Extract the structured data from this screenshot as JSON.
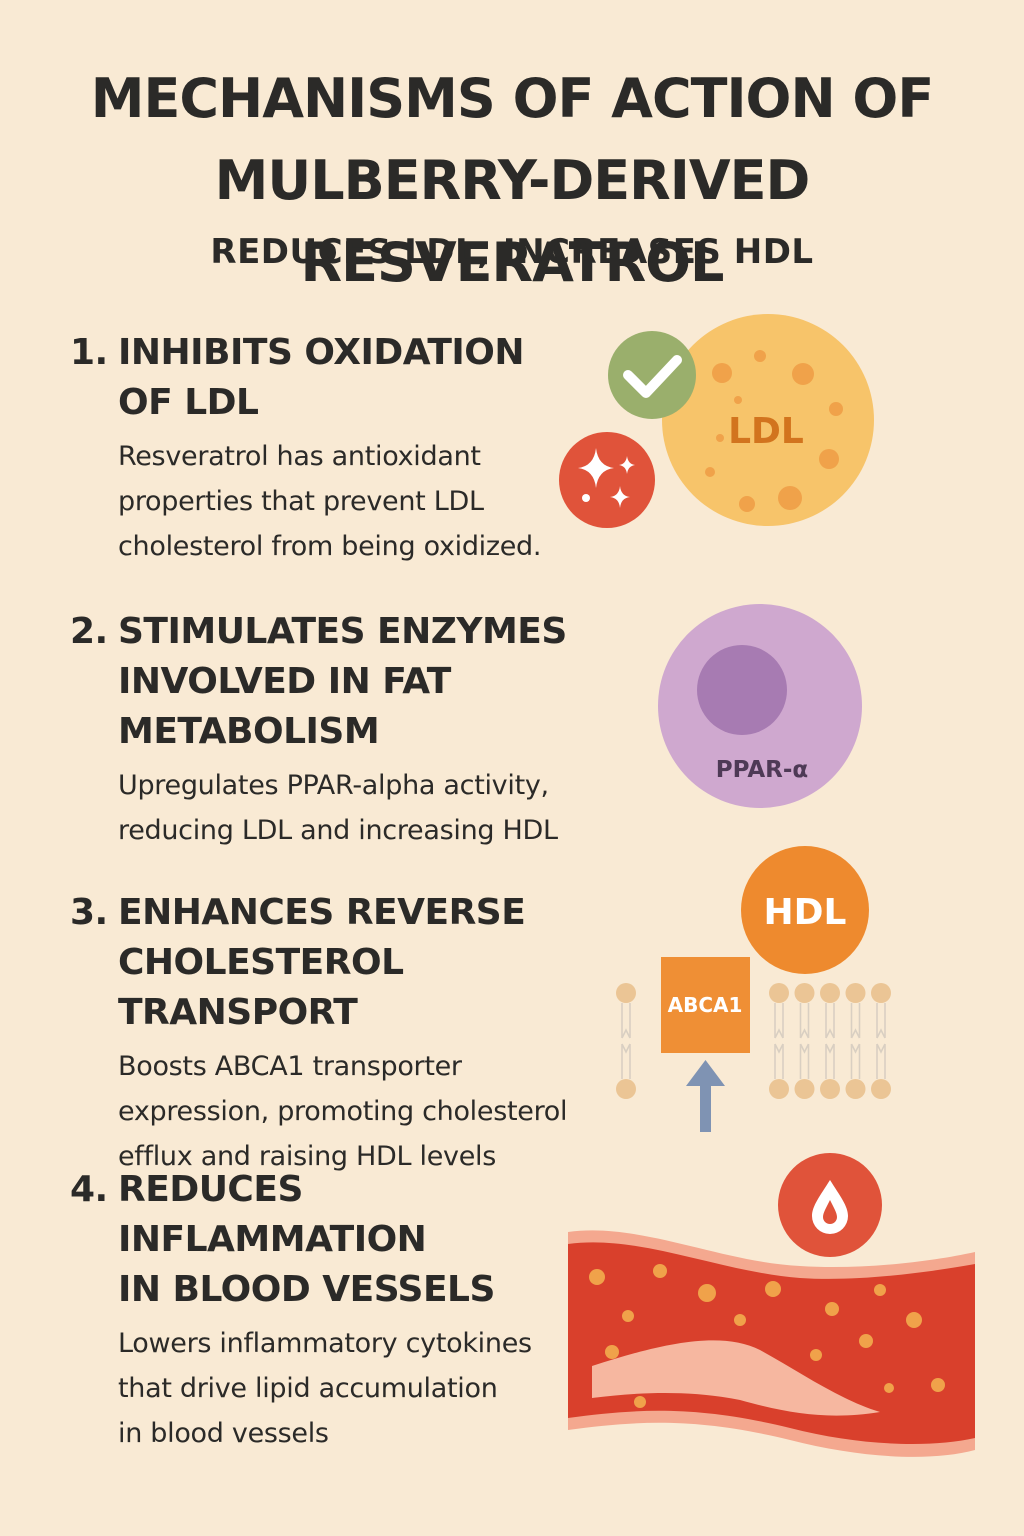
{
  "title": {
    "line1": "MECHANISMS OF ACTION OF",
    "line2": "MULBERRY-DERIVED RESVERATROL"
  },
  "subtitle": "REDUCES LDL, INCREASES HDL",
  "sections": [
    {
      "number": "1.",
      "heading": [
        "INHIBITS OXIDATION",
        "OF LDL"
      ],
      "description": [
        "Resveratrol has antioxidant",
        "properties that prevent LDL",
        "cholesterol from being oxidized."
      ]
    },
    {
      "number": "2.",
      "heading": [
        "STIMULATES ENZYMES",
        "INVOLVED IN FAT",
        "METABOLISM"
      ],
      "description": [
        "Upregulates PPAR-alpha activity,",
        "reducing LDL and increasing HDL"
      ]
    },
    {
      "number": "3.",
      "heading": [
        "ENHANCES REVERSE",
        "CHOLESTEROL TRANSPORT"
      ],
      "description": [
        "Boosts ABCA1 transporter",
        "expression, promoting cholesterol",
        "efflux and raising HDL levels"
      ]
    },
    {
      "number": "4.",
      "heading": [
        "REDUCES INFLAMMATION",
        "IN BLOOD VESSELS"
      ],
      "description": [
        "Lowers inflammatory cytokines",
        "that drive lipid accumulation",
        "in blood vessels"
      ]
    }
  ],
  "illustrations": {
    "ldl_label": "LDL",
    "ppar_label": "PPAR-α",
    "hdl_label": "HDL",
    "abca1_label": "ABCA1",
    "icons": [
      "check-icon",
      "sparkle-icon",
      "blood-drop-icon",
      "up-arrow-icon"
    ]
  },
  "colors": {
    "background": "#f9ead4",
    "text": "#2b2a28",
    "ldl_particle": "#f7c46a",
    "ldl_text": "#d2741e",
    "check_badge": "#9aaf6c",
    "antioxidant_badge": "#e0533a",
    "ppar_outer": "#cfa8cf",
    "ppar_nucleus": "#a77bb2",
    "hdl_particle": "#ee8a2e",
    "abca1": "#ef8f35",
    "membrane": "#ebc595",
    "arrow": "#7f93b3",
    "vessel_wall": "#d9402c",
    "vessel_inner": "#f4a88f"
  }
}
